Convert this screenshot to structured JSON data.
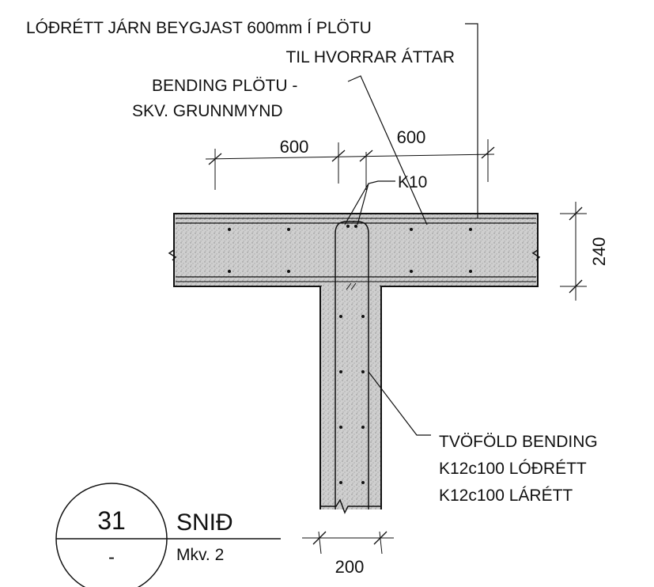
{
  "notes": {
    "vertical_rebar": {
      "line1": "LÓÐRÉTT JÁRN BEYGJAST 600mm Í PLÖTU",
      "line2": "TIL HVORRAR ÁTTAR"
    },
    "slab_rebar": {
      "line1": "BENDING PLÖTU -",
      "line2": "SKV. GRUNNMYND"
    },
    "stirrup": "K10",
    "wall_rebar": {
      "line1": "TVÖFÖLD BENDING",
      "line2": "K12c100 LÓÐRÉTT",
      "line3": "K12c100 LÁRÉTT"
    }
  },
  "dimensions": {
    "left_span": "600",
    "right_span": "600",
    "slab_thickness": "240",
    "wall_width": "200"
  },
  "title_block": {
    "number": "31",
    "sheet": "-",
    "title": "SNIÐ",
    "scale": "Mkv. 2"
  },
  "colors": {
    "ink": "#111111",
    "concrete_fill": "#c9c9c9",
    "background": "#ffffff"
  }
}
